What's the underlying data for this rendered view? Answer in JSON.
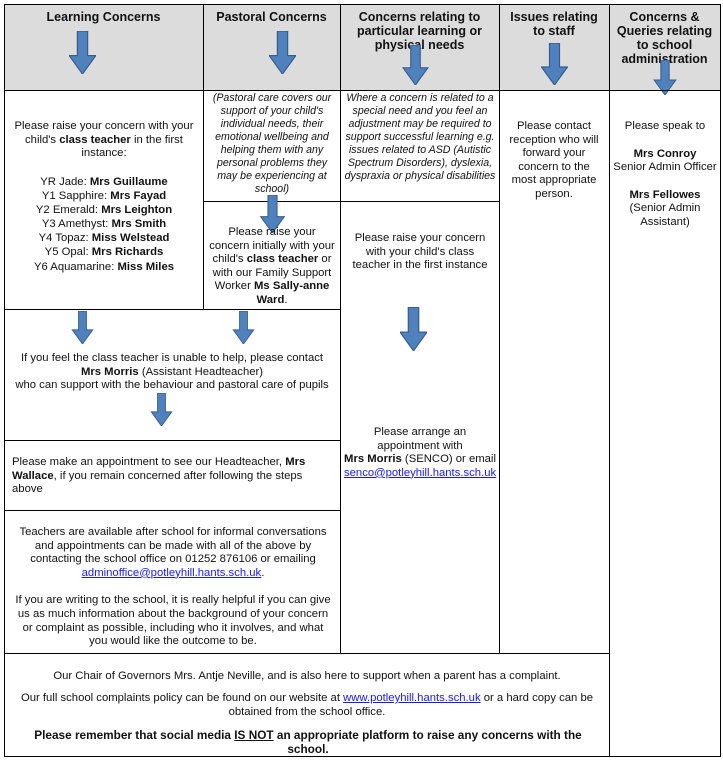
{
  "headers": {
    "learning": "Learning Concerns",
    "pastoral": "Pastoral Concerns",
    "particular": "Concerns relating to particular learning or physical needs",
    "staff": "Issues relating to staff",
    "admin": "Concerns & Queries relating to school administration"
  },
  "learning": {
    "intro_pre": "Please raise your concern with your child's ",
    "intro_bold": "class teacher",
    "intro_post": " in the first instance:",
    "classes": [
      {
        "name": "YR Jade:",
        "teacher": "Mrs Guillaume"
      },
      {
        "name": "Y1 Sapphire:",
        "teacher": "Mrs Fayad"
      },
      {
        "name": "Y2 Emerald:",
        "teacher": "Mrs Leighton"
      },
      {
        "name": "Y3 Amethyst:",
        "teacher": "Mrs Smith"
      },
      {
        "name": "Y4 Topaz:",
        "teacher": "Miss Welstead"
      },
      {
        "name": "Y5 Opal:",
        "teacher": "Mrs Richards"
      },
      {
        "name": "Y6 Aquamarine:",
        "teacher": "Miss Miles"
      }
    ]
  },
  "pastoral": {
    "note": "(Pastoral care covers our support of your child's individual needs, their emotional wellbeing and helping them with any personal problems they may be experiencing at school)",
    "raise_pre": "Please raise your concern initially with your child's ",
    "raise_bold": "class teacher",
    "raise_mid": " or with our Family Support Worker ",
    "raise_name": "Ms Sally-anne Ward",
    "raise_end": "."
  },
  "particular": {
    "note": "Where a concern is related to a special need and you feel an adjustment may be required to support successful learning e.g. issues related to ASD (Autistic Spectrum Disorders), dyslexia, dyspraxia or physical disabilities",
    "raise": "Please raise your concern with your child's class teacher in the first instance",
    "appt_pre": "Please arrange an appointment with",
    "appt_name": "Mrs Morris",
    "appt_role": " (SENCO) or email",
    "email": "senco@potleyhill.hants.sch.uk"
  },
  "staff": {
    "text": "Please contact reception who will forward your concern to the most appropriate person."
  },
  "admin": {
    "intro": "Please speak to",
    "person1_name": "Mrs Conroy",
    "person1_role": "Senior Admin Officer",
    "person2_name": "Mrs Fellowes",
    "person2_role": "(Senior Admin Assistant)"
  },
  "escalation": {
    "line1": "If you feel the class teacher is unable to help, please contact",
    "name": "Mrs Morris",
    "role": " (Assistant Headteacher)",
    "line3": "who can support with the behaviour and pastoral care of pupils"
  },
  "headteacher": {
    "pre": "Please make an appointment to see our Headteacher, ",
    "name": "Mrs Wallace",
    "post": ", if you remain concerned after following the steps above"
  },
  "contact": {
    "para1": "Teachers are available after school for informal conversations and appointments can be made with all of the above by contacting the school office on 01252 876106 or emailing",
    "email": "adminoffice@potleyhill.hants.sch.uk",
    "email_end": ".",
    "para2": "If you are writing to the school, it is really helpful if you can give us as much information about the background of your concern or complaint as possible, including who it involves, and what you would like the outcome to be."
  },
  "footer": {
    "governors": "Our Chair of Governors Mrs. Antje Neville, and is also here to support when a parent has a complaint.",
    "policy_pre": "Our full school complaints policy can be found on our website at ",
    "website": "www.potleyhill.hants.sch.uk",
    "policy_post": " or a hard copy can be obtained from the school office.",
    "social_pre": "Please remember that social media ",
    "social_em": "IS NOT",
    "social_post": " an appropriate platform to raise any concerns with the school."
  },
  "colors": {
    "arrow_fill": "#4f81bd",
    "arrow_stroke": "#385d8a",
    "header_bg": "#dcdcdc",
    "link": "#1a1aee"
  }
}
